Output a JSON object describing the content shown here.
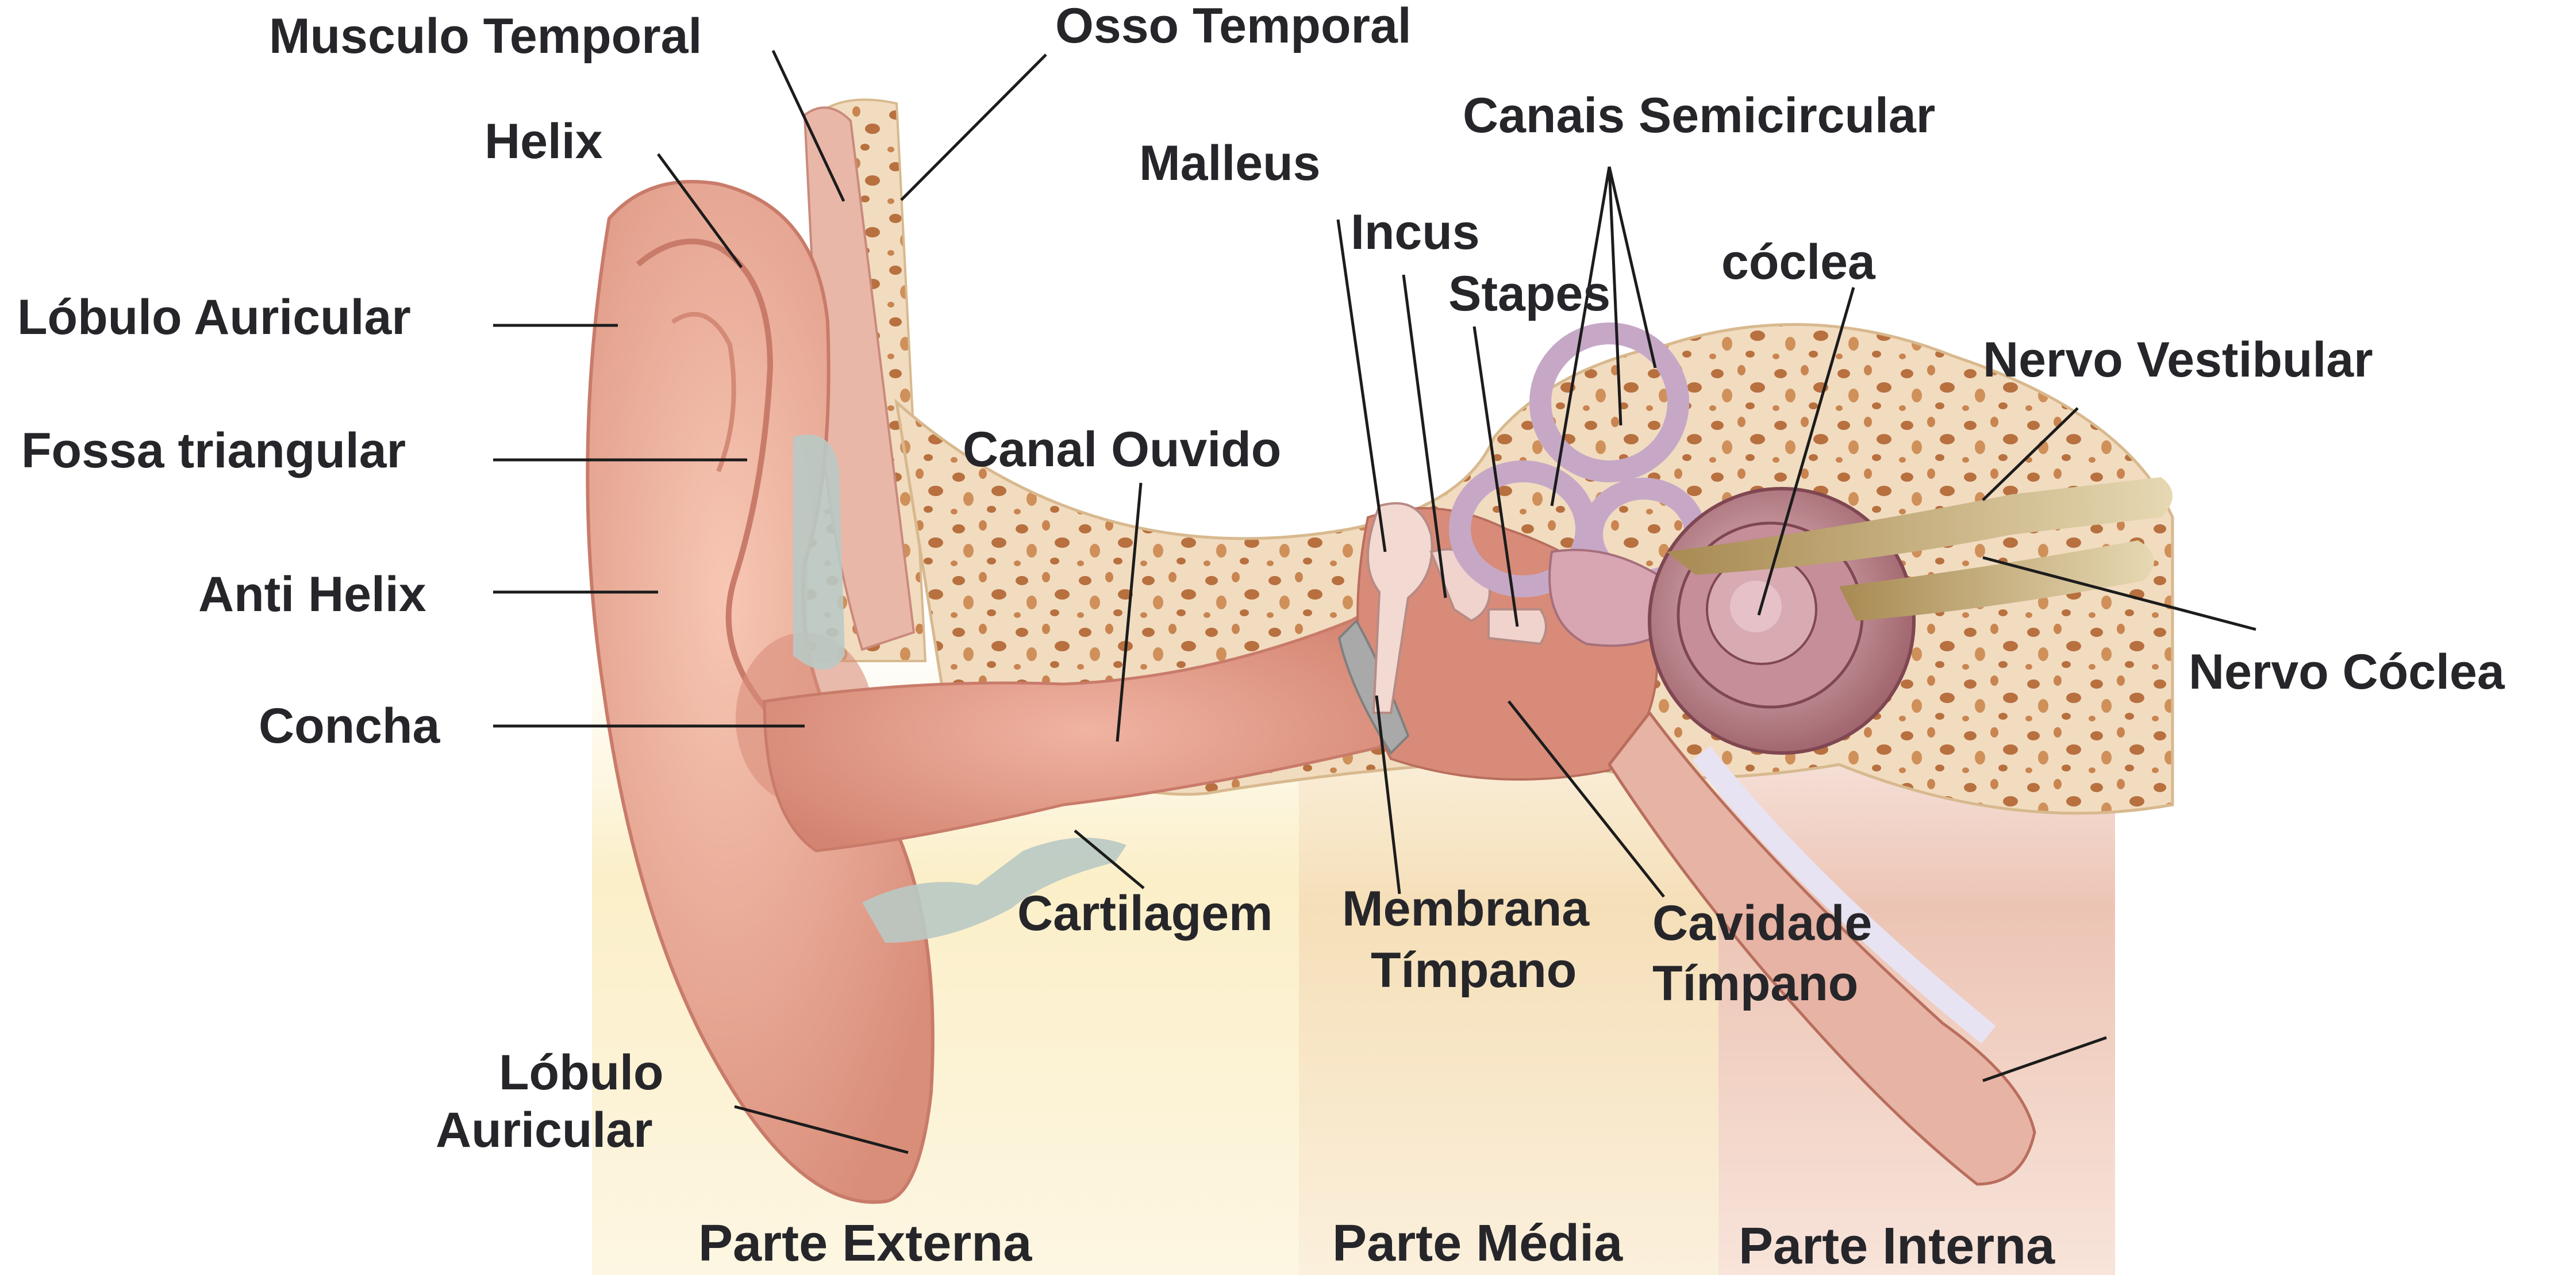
{
  "diagram": {
    "labels": {
      "musculo_temporal": "Musculo Temporal",
      "osso_temporal": "Osso Temporal",
      "helix": "Helix",
      "lobulo_auricular_upper": "Lóbulo Auricular",
      "fossa_triangular": "Fossa triangular",
      "anti_helix": "Anti Helix",
      "concha": "Concha",
      "lobulo_line1": "Lóbulo",
      "lobulo_line2": "Auricular",
      "canal_ouvido": "Canal Ouvido",
      "cartilagem": "Cartilagem",
      "malleus": "Malleus",
      "incus": "Incus",
      "stapes": "Stapes",
      "canais_semicircular": "Canais Semicircular",
      "coclea": "cóclea",
      "nervo_vestibular": "Nervo Vestibular",
      "nervo_coclea": "Nervo Cóclea",
      "membrana_line1": "Membrana",
      "membrana_line2": "Tímpano",
      "cavidade_line1": "Cavidade",
      "cavidade_line2": "Tímpano"
    },
    "zones": {
      "externa": "Parte Externa",
      "media": "Parte Média",
      "interna": "Parte Interna"
    },
    "colors": {
      "skin": "#e9a592",
      "skin_dark": "#c97b6a",
      "bone": "#f1dcc0",
      "bone_spot": "#b8703f",
      "cartilage": "#b9c9c4",
      "zone_externa": "#fbefc8",
      "zone_media": "#f6e2bb",
      "zone_interna": "#efcbbd",
      "cochlea": "#b87a82",
      "nerve": "#c8b07a",
      "label": "#26262a"
    }
  }
}
